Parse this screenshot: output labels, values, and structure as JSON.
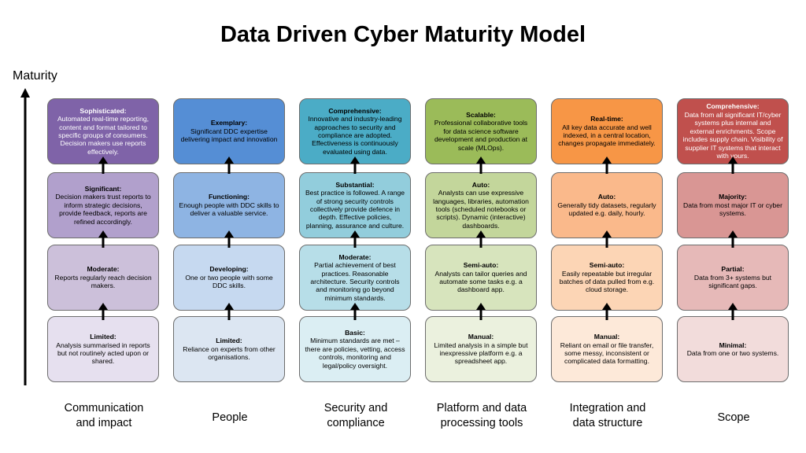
{
  "title": "Data Driven Cyber Maturity Model",
  "axis_label": "Maturity",
  "columns": [
    {
      "label_l1": "Communication",
      "label_l2": "and impact",
      "colors": [
        "#7f63a8",
        "#b1a0cc",
        "#ccc0da",
        "#e6e0ef"
      ],
      "text_colors": [
        "#ffffff",
        "#000000",
        "#000000",
        "#000000"
      ],
      "levels": [
        {
          "name": "Sophisticated:",
          "desc": "Automated real-time reporting, content and format tailored to specific groups of consumers. Decision makers use reports effectively."
        },
        {
          "name": "Significant:",
          "desc": "Decision makers trust reports to inform strategic decisions, provide feedback, reports are refined accordingly."
        },
        {
          "name": "Moderate:",
          "desc": "Reports regularly reach decision makers."
        },
        {
          "name": "Limited:",
          "desc": "Analysis summarised in reports but not routinely acted upon or shared."
        }
      ]
    },
    {
      "label_l1": "People",
      "label_l2": "",
      "colors": [
        "#558ed5",
        "#8eb4e3",
        "#c6d9f0",
        "#dce6f2"
      ],
      "text_colors": [
        "#000000",
        "#000000",
        "#000000",
        "#000000"
      ],
      "levels": [
        {
          "name": "Exemplary:",
          "desc": "Significant DDC expertise delivering impact and innovation"
        },
        {
          "name": "Functioning:",
          "desc": "Enough people with DDC skills to deliver a valuable service."
        },
        {
          "name": "Developing:",
          "desc": "One or two people with some DDC skills."
        },
        {
          "name": "Limited:",
          "desc": "Reliance on experts from other organisations."
        }
      ]
    },
    {
      "label_l1": "Security and",
      "label_l2": "compliance",
      "colors": [
        "#4bacc6",
        "#92cddc",
        "#b7dee8",
        "#dbeef3"
      ],
      "text_colors": [
        "#000000",
        "#000000",
        "#000000",
        "#000000"
      ],
      "levels": [
        {
          "name": "Comprehensive:",
          "desc": "Innovative and industry-leading approaches to security and compliance are adopted. Effectiveness is continuously evaluated using data."
        },
        {
          "name": "Substantial:",
          "desc": "Best practice is followed. A range of strong security controls collectively provide defence in depth. Effective policies, planning, assurance and culture."
        },
        {
          "name": "Moderate:",
          "desc": "Partial achievement of best practices. Reasonable architecture. Security controls and monitoring go beyond minimum standards."
        },
        {
          "name": "Basic:",
          "desc": "Minimum standards are met – there are policies, vetting, access controls, monitoring and legal/policy oversight."
        }
      ]
    },
    {
      "label_l1": "Platform and data",
      "label_l2": "processing tools",
      "colors": [
        "#9bbb59",
        "#c3d69b",
        "#d7e4bd",
        "#ebf1de"
      ],
      "text_colors": [
        "#000000",
        "#000000",
        "#000000",
        "#000000"
      ],
      "levels": [
        {
          "name": "Scalable:",
          "desc": "Professional collaborative tools for data science software development and production at scale (MLOps)."
        },
        {
          "name": "Auto:",
          "desc": "Analysts can use expressive languages, libraries, automation tools (scheduled notebooks or scripts). Dynamic (interactive) dashboards."
        },
        {
          "name": "Semi-auto:",
          "desc": "Analysts can tailor queries and automate some tasks e.g. a dashboard app."
        },
        {
          "name": "Manual:",
          "desc": "Limited analysis in a simple but inexpressive platform e.g. a spreadsheet app."
        }
      ]
    },
    {
      "label_l1": "Integration and",
      "label_l2": "data structure",
      "colors": [
        "#f79646",
        "#fab98b",
        "#fcd5b5",
        "#fde9d9"
      ],
      "text_colors": [
        "#000000",
        "#000000",
        "#000000",
        "#000000"
      ],
      "levels": [
        {
          "name": "Real-time:",
          "desc": "All key data accurate and well indexed, in a central location, changes propagate immediately."
        },
        {
          "name": "Auto:",
          "desc": "Generally tidy datasets, regularly updated e.g. daily, hourly."
        },
        {
          "name": "Semi-auto:",
          "desc": "Easily repeatable but irregular batches of data pulled from e.g. cloud storage."
        },
        {
          "name": "Manual:",
          "desc": "Reliant on email or file transfer, some messy, inconsistent or complicated data formatting."
        }
      ]
    },
    {
      "label_l1": "Scope",
      "label_l2": "",
      "colors": [
        "#c0504d",
        "#d99694",
        "#e6b9b8",
        "#f2dcdb"
      ],
      "text_colors": [
        "#ffffff",
        "#000000",
        "#000000",
        "#000000"
      ],
      "levels": [
        {
          "name": "Comprehensive:",
          "desc": "Data from all significant IT/cyber systems plus internal and external enrichments. Scope includes supply chain. Visibility of supplier IT systems that interact with yours."
        },
        {
          "name": "Majority:",
          "desc": "Data from most major IT or cyber systems."
        },
        {
          "name": "Partial:",
          "desc": "Data from 3+ systems but significant gaps."
        },
        {
          "name": "Minimal:",
          "desc": "Data from one or two systems."
        }
      ]
    }
  ]
}
